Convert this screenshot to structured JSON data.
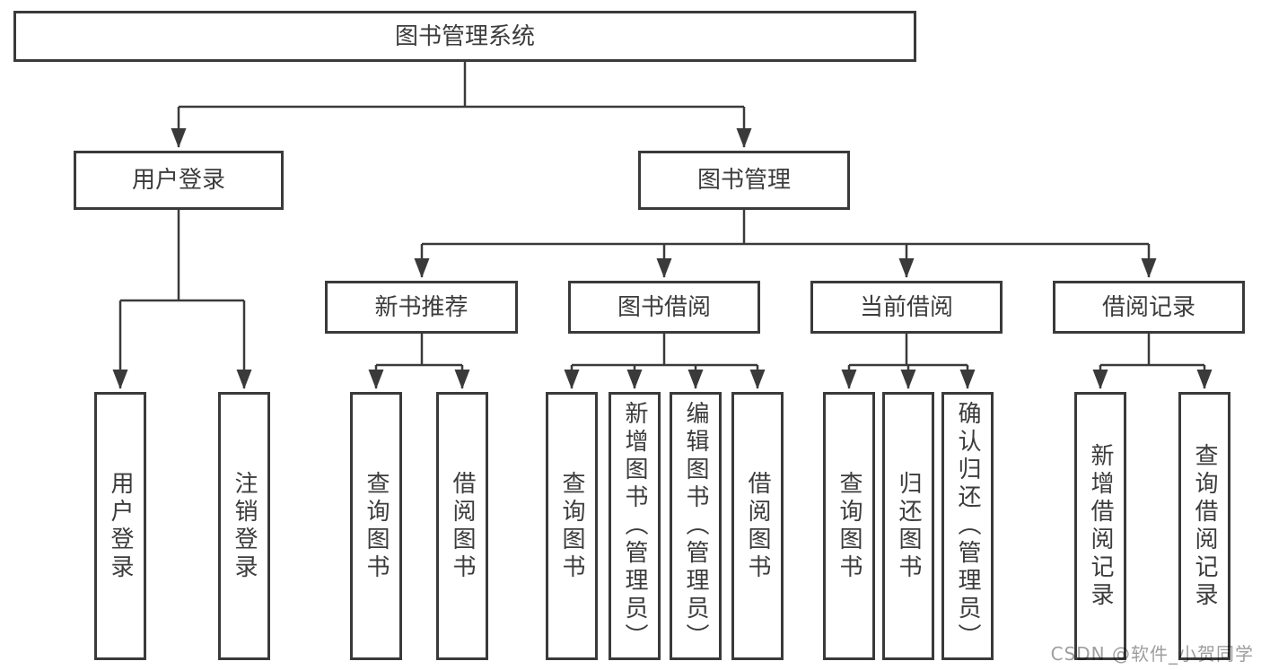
{
  "root": {
    "label": "图书管理系统"
  },
  "level2": {
    "user_login": {
      "label": "用户登录"
    },
    "book_mgmt": {
      "label": "图书管理"
    }
  },
  "level3": {
    "new_books": {
      "label": "新书推荐"
    },
    "book_borrow": {
      "label": "图书借阅"
    },
    "current_borrow": {
      "label": "当前借阅"
    },
    "borrow_records": {
      "label": "借阅记录"
    }
  },
  "leaves": {
    "user_login": {
      "label": "用户登录"
    },
    "logout": {
      "label": "注销登录"
    },
    "new_books_query": {
      "label": "查询图书"
    },
    "new_books_borrow": {
      "label": "借阅图书"
    },
    "borrow_query": {
      "label": "查询图书"
    },
    "borrow_add": {
      "label": "新增图书（管理员）"
    },
    "borrow_edit": {
      "label": "编辑图书（管理员）"
    },
    "borrow_borrow": {
      "label": "借阅图书"
    },
    "current_query": {
      "label": "查询图书"
    },
    "current_return": {
      "label": "归还图书"
    },
    "current_confirm": {
      "label": "确认归还（管理员）"
    },
    "records_add": {
      "label": "新增借阅记录"
    },
    "records_query": {
      "label": "查询借阅记录"
    }
  },
  "watermark": {
    "text": "CSDN @软件_小贺同学"
  },
  "colors": {
    "line": "#3a3a3a",
    "box_border": "#3a3a3a",
    "text": "#3c3c3c",
    "watermark": "#9e9e9e",
    "background": "#ffffff"
  }
}
